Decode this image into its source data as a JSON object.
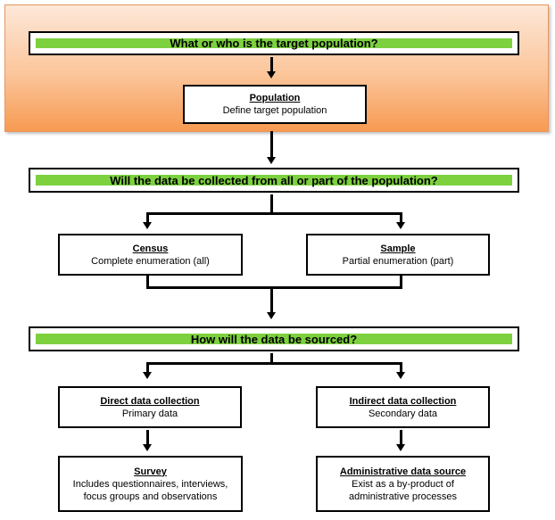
{
  "questions": {
    "target": "What or who is the target population?",
    "collection": "Will the data be collected from all or part of the population?",
    "source": "How will the data be sourced?"
  },
  "nodes": {
    "population": {
      "title": "Population",
      "text": "Define target population"
    },
    "census": {
      "title": "Census",
      "text": "Complete enumeration (all)"
    },
    "sample": {
      "title": "Sample",
      "text": "Partial enumeration (part)"
    },
    "direct": {
      "title": "Direct data collection",
      "text": "Primary data"
    },
    "indirect": {
      "title": "Indirect data collection",
      "text": "Secondary data"
    },
    "survey": {
      "title": "Survey",
      "text": "Includes questionnaires, interviews, focus groups and observations"
    },
    "admin": {
      "title": "Administrative data source",
      "text": "Exist as a by-product of administrative processes"
    }
  },
  "colors": {
    "question_bar": "#7dd13f",
    "panel_gradient": [
      "#fde8d8",
      "#f79a52"
    ]
  }
}
